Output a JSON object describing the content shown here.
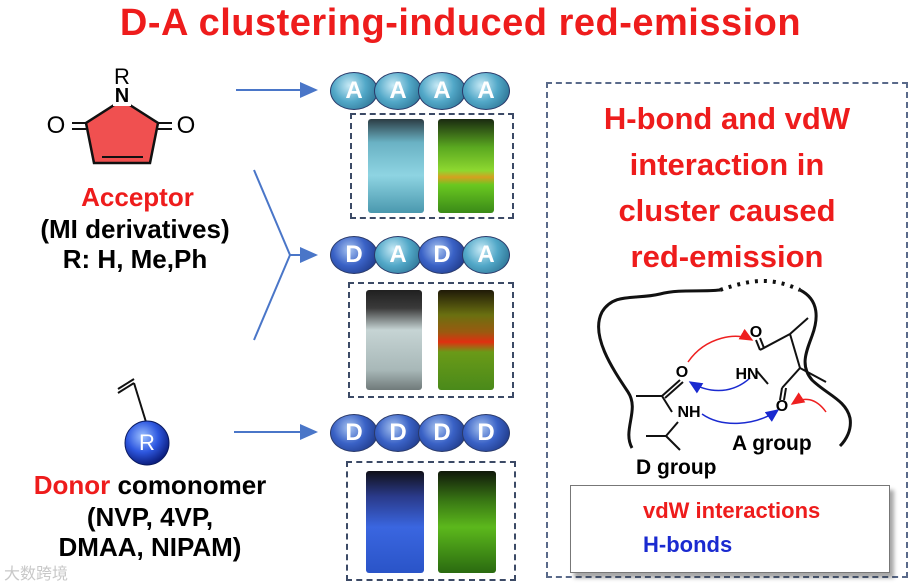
{
  "title": "D-A clustering-induced red-emission",
  "acceptor": {
    "atom_r": "R",
    "atom_n": "N",
    "atom_o_left": "O",
    "atom_o_right": "O",
    "label": "Acceptor",
    "line1": "(MI derivatives)",
    "line2": "R: H, Me,Ph"
  },
  "donor": {
    "atom_r": "R",
    "label_colored": "Donor",
    "label_rest": " comonomer",
    "line1": "(NVP, 4VP,",
    "line2": "DMAA, NIPAM)"
  },
  "chains": {
    "top": [
      "A",
      "A",
      "A",
      "A"
    ],
    "middle": [
      "D",
      "A",
      "D",
      "A"
    ],
    "bottom": [
      "D",
      "D",
      "D",
      "D"
    ]
  },
  "right_panel": {
    "heading_lines": [
      "H-bond and vdW",
      "interaction in",
      "cluster caused",
      "red-emission"
    ],
    "atom_labels": {
      "o_amide": "O",
      "nh_amide": "NH",
      "hn_imide": "HN",
      "o_imide_top": "O",
      "o_imide_bottom": "O"
    },
    "a_group": "A group",
    "d_group": "D group"
  },
  "legend": {
    "vdw": "vdW interactions",
    "hbond": "H-bonds"
  },
  "colors": {
    "accent_red": "#ee1c1c",
    "blue": "#1a2ad0",
    "ring_fill": "#f05050",
    "arrow_blue": "#4a76c8"
  },
  "watermark": "大数跨境"
}
